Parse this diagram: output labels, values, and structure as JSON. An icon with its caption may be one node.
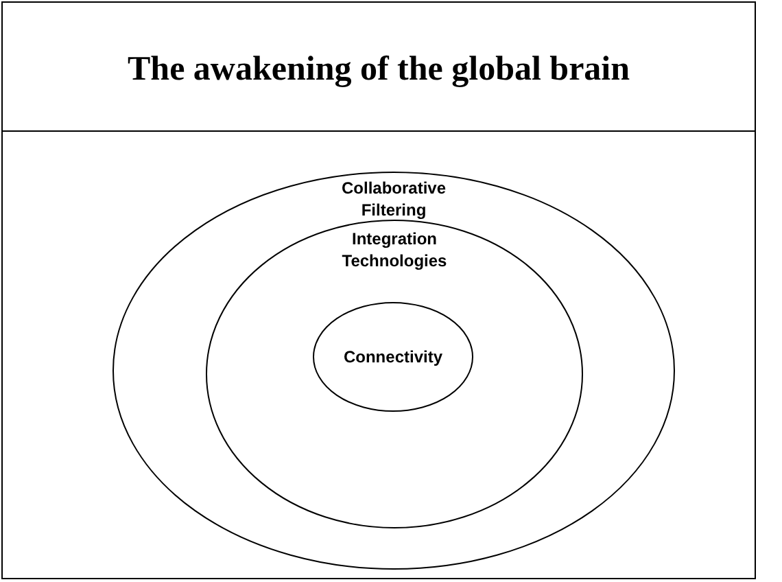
{
  "diagram": {
    "title": "The awakening of the global brain",
    "nodes": [
      {
        "text": [
          "Collaborative Filtering"
        ]
      },
      {
        "text": [
          "Integration Technologies"
        ],
        "in": 0
      },
      {
        "text": [
          "Connectivity"
        ],
        "in": 1
      }
    ]
  }
}
